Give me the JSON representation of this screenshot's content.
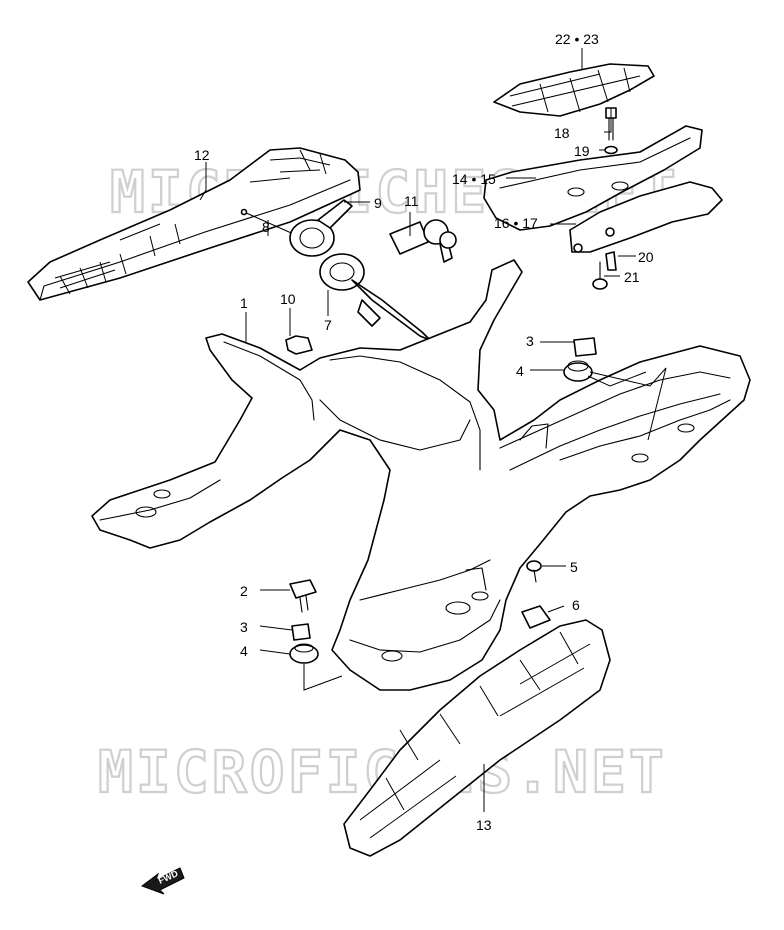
{
  "watermark": {
    "text": "MICROFICHES.NET"
  },
  "fwd_label": "FWD",
  "colors": {
    "line": "#000000",
    "background": "#ffffff",
    "watermark": "#cfcfcf"
  },
  "callouts": [
    {
      "id": "c22",
      "label": "22 • 23"
    },
    {
      "id": "c18",
      "label": "18"
    },
    {
      "id": "c19",
      "label": "19"
    },
    {
      "id": "c14",
      "label": "14 • 15"
    },
    {
      "id": "c16",
      "label": "16 • 17"
    },
    {
      "id": "c20",
      "label": "20"
    },
    {
      "id": "c21",
      "label": "21"
    },
    {
      "id": "c12",
      "label": "12"
    },
    {
      "id": "c9",
      "label": "9"
    },
    {
      "id": "c11",
      "label": "11"
    },
    {
      "id": "c8",
      "label": "8"
    },
    {
      "id": "c7",
      "label": "7"
    },
    {
      "id": "c10",
      "label": "10"
    },
    {
      "id": "c1",
      "label": "1"
    },
    {
      "id": "c3a",
      "label": "3"
    },
    {
      "id": "c4a",
      "label": "4"
    },
    {
      "id": "c5",
      "label": "5"
    },
    {
      "id": "c6",
      "label": "6"
    },
    {
      "id": "c2",
      "label": "2"
    },
    {
      "id": "c3b",
      "label": "3"
    },
    {
      "id": "c4b",
      "label": "4"
    },
    {
      "id": "c13",
      "label": "13"
    }
  ]
}
